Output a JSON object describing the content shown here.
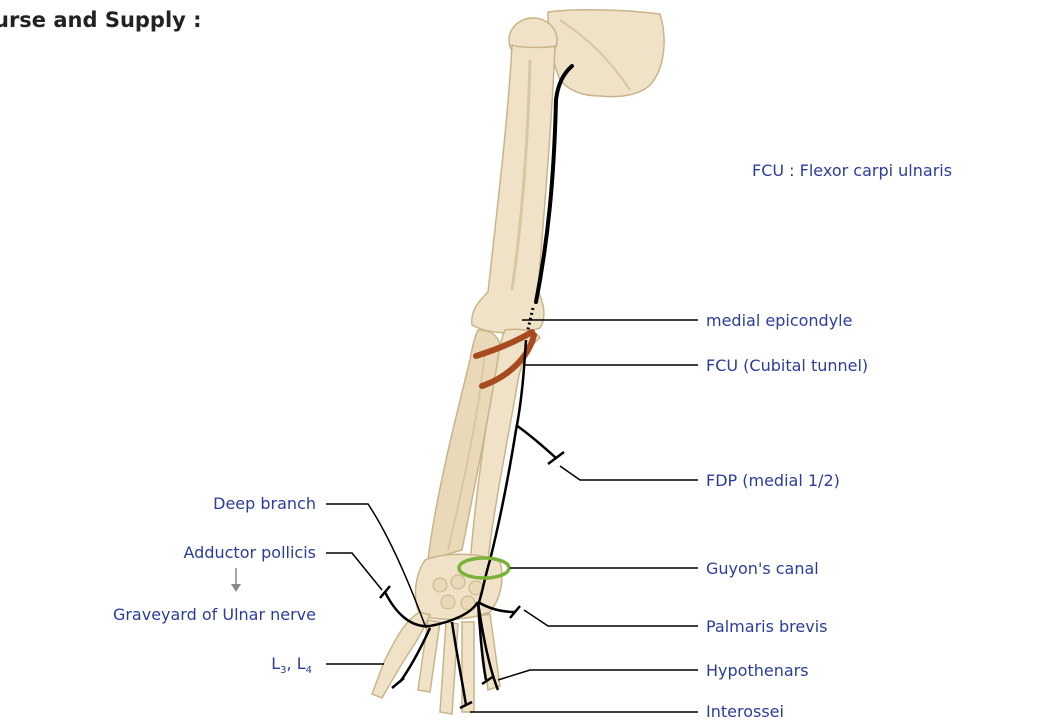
{
  "heading": "urse and Supply :",
  "legend_note": "FCU : Flexor carpi ulnaris",
  "labels_right": {
    "medial_epicondyle": "medial epicondyle",
    "fcu_cubital": "FCU (Cubital tunnel)",
    "fdp": "FDP (medial 1/2)",
    "guyon": "Guyon's canal",
    "palmaris": "Palmaris brevis",
    "hypothenars": "Hypothenars",
    "interossei": "Interossei"
  },
  "labels_left": {
    "deep_branch": "Deep branch",
    "adductor": "Adductor pollicis",
    "graveyard": "Graveyard of Ulnar nerve",
    "lumbricals_main": "L",
    "lumbricals_sub1": "3",
    "lumbricals_sep": ", L",
    "lumbricals_sub2": "4"
  },
  "colors": {
    "label_text": "#2c3d99",
    "bone": "#efe2c7",
    "bone_shadow": "#d9c7a3",
    "nerve": "#000000",
    "fcu_muscle": "#a84a1f",
    "guyon_ring": "#7bb23a",
    "arrow": "#888888"
  }
}
